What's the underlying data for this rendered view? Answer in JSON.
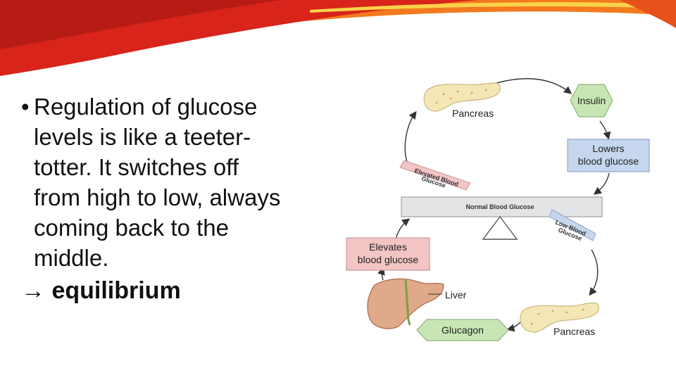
{
  "slide": {
    "bullet_text": "Regulation of glucose levels is like a teeter-totter. It switches off from high to low, always coming back to the middle.",
    "bullet_lines": [
      "Regulation of glucose",
      "levels is like a teeter-",
      "totter. It switches off",
      "from high to low, always",
      "coming back to the",
      "middle."
    ],
    "bullet_symbol": "•",
    "conclusion_arrow": "→",
    "conclusion_text": "equilibrium"
  },
  "diagram": {
    "pancreas_top": "Pancreas",
    "insulin": "Insulin",
    "lowers_line1": "Lowers",
    "lowers_line2": "blood glucose",
    "elevated_line1": "Elevated Blood",
    "elevated_line2": "Glucose",
    "normal": "Normal Blood Glucose",
    "low_line1": "Low Blood",
    "low_line2": "Glucose",
    "elevates_line1": "Elevates",
    "elevates_line2": "blood glucose",
    "liver": "Liver",
    "glucagon": "Glucagon",
    "pancreas_bottom": "Pancreas"
  },
  "colors": {
    "banner_red": "#d8241a",
    "banner_orange": "#f37a1e",
    "banner_yellow": "#f7b32b",
    "hexagon_green": "#c8e6b4",
    "box_blue": "#c5d6ee",
    "box_pink": "#f2c4c4",
    "beam_gray": "#e2e4e6"
  }
}
